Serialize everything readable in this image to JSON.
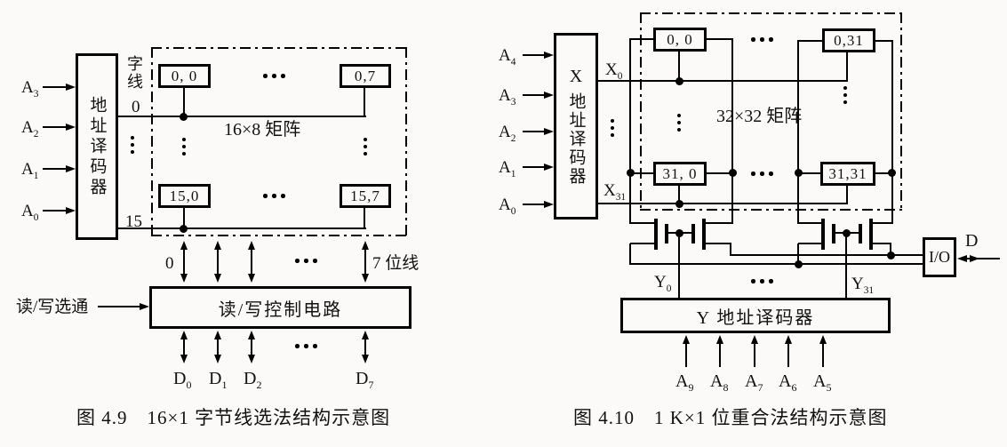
{
  "figure_left": {
    "inputs": [
      {
        "b": "A",
        "s": "3"
      },
      {
        "b": "A",
        "s": "2"
      },
      {
        "b": "A",
        "s": "1"
      },
      {
        "b": "A",
        "s": "0"
      }
    ],
    "decoder": "地址译码器",
    "word_line": "字线",
    "row_top": "0",
    "row_bottom": "15",
    "cells": [
      "0, 0",
      "0,7",
      "15,0",
      "15,7"
    ],
    "matrix": "16×8 矩阵",
    "bit_first": "0",
    "bit_last": "7 位线",
    "strobe": "读/写选通",
    "control": "读/写控制电路",
    "data_lines": [
      {
        "b": "D",
        "s": "0"
      },
      {
        "b": "D",
        "s": "1"
      },
      {
        "b": "D",
        "s": "2"
      },
      {
        "b": "D",
        "s": "7"
      }
    ],
    "caption_no": "图 4.9",
    "caption": "16×1 字节线选法结构示意图"
  },
  "figure_right": {
    "inputs": [
      {
        "b": "A",
        "s": "4"
      },
      {
        "b": "A",
        "s": "3"
      },
      {
        "b": "A",
        "s": "2"
      },
      {
        "b": "A",
        "s": "1"
      },
      {
        "b": "A",
        "s": "0"
      }
    ],
    "decoder_x_letter": "X",
    "decoder_x": "地址译码器",
    "x_top": {
      "b": "X",
      "s": "0"
    },
    "x_bottom": {
      "b": "X",
      "s": "31"
    },
    "cells": [
      "0, 0",
      "0,31",
      "31, 0",
      "31,31"
    ],
    "matrix": "32×32 矩阵",
    "y_first": {
      "b": "Y",
      "s": "0"
    },
    "y_last": {
      "b": "Y",
      "s": "31"
    },
    "decoder_y": "Y 地址译码器",
    "y_inputs": [
      {
        "b": "A",
        "s": "9"
      },
      {
        "b": "A",
        "s": "8"
      },
      {
        "b": "A",
        "s": "7"
      },
      {
        "b": "A",
        "s": "6"
      },
      {
        "b": "A",
        "s": "5"
      }
    ],
    "io": "I/O",
    "d_label": "D",
    "caption_no": "图 4.10",
    "caption": "1 K×1 位重合法结构示意图"
  }
}
